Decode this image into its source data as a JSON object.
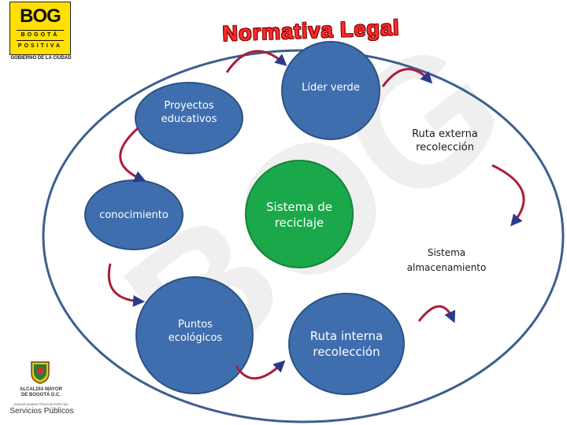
{
  "title": "Normativa Legal",
  "logo": {
    "big": "BOG",
    "line1": "BOGOTÁ",
    "line2": "POSITIVA",
    "gov": "GOBIERNO DE LA CIUDAD"
  },
  "watermark": "BOG",
  "nodes": {
    "lider": "Líder  verde",
    "proyectos": "Proyectos\neducativos",
    "ruta_externa": "Ruta externa\nrecolección",
    "conocimiento": "conocimiento",
    "sistema_reciclaje": "Sistema de\nreciclaje",
    "sistema_almacenamiento": "Sistema\nalmacenamiento",
    "puntos": "Puntos\necológicos",
    "ruta_interna": "Ruta interna\nrecolección"
  },
  "footer": {
    "line1": "ALCALDÍA MAYOR\nDE BOGOTÁ D.C.",
    "small": "UNIDAD ADMINISTRATIVA ESPECIAL",
    "services": "Servicios Públicos"
  },
  "colors": {
    "node_blue": "#3f6eae",
    "node_border": "#2c5282",
    "center_green": "#1aa84a",
    "ring": "#3d5f8f",
    "arrow": "#aa1d3a",
    "arrow_head": "#2a3a8a",
    "watermark": "#eeeeee"
  }
}
